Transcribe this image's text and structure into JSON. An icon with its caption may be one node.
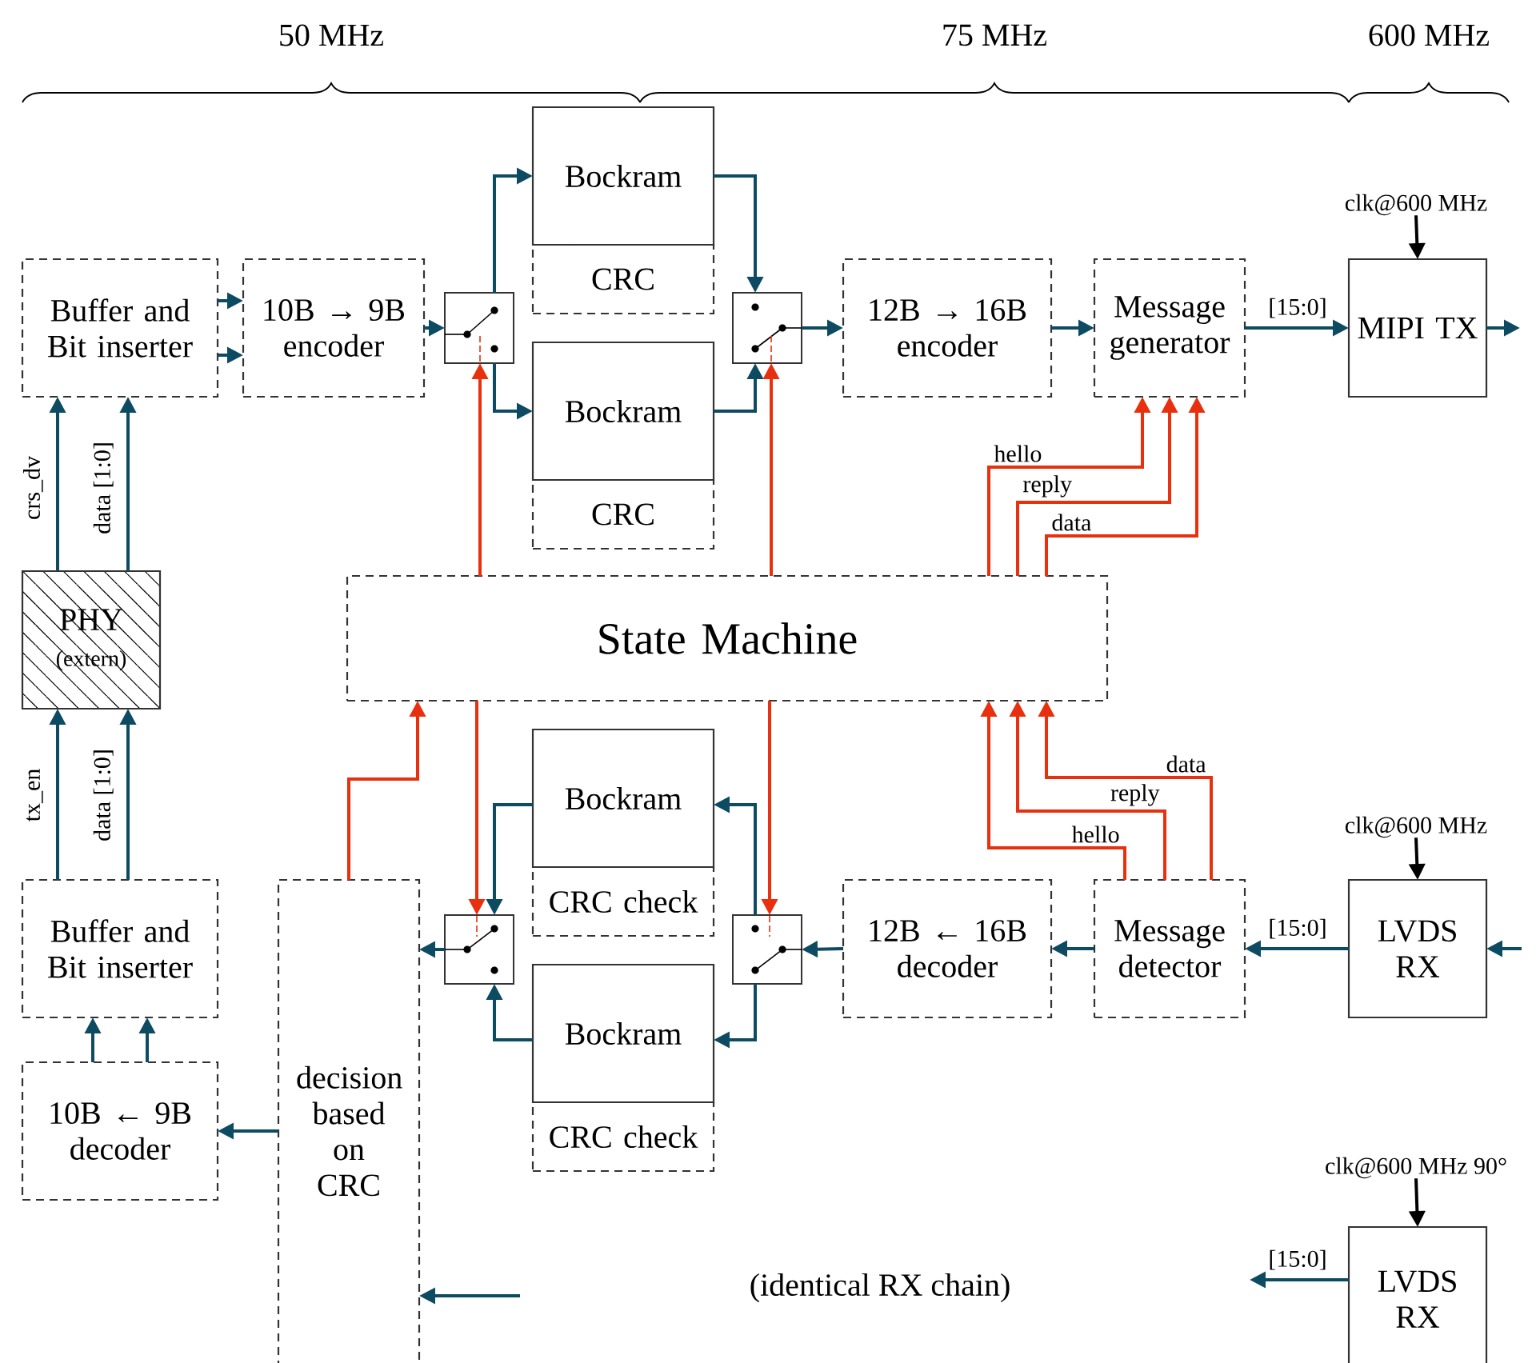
{
  "diagram": {
    "nodes": [
      {
        "text": [
          "Buffer and Bit inserter"
        ]
      },
      {
        "text": [
          "10B → 9B encoder"
        ]
      },
      {
        "text": [],
        "shape": "box"
      },
      {
        "text": [
          "Bockram"
        ]
      },
      {
        "text": [
          "CRC"
        ]
      },
      {
        "text": [
          "Bockram"
        ]
      },
      {
        "text": [
          "CRC"
        ]
      },
      {
        "text": [],
        "shape": "box"
      },
      {
        "text": [
          "12B → 16B encoder"
        ]
      },
      {
        "text": [
          "Message generator"
        ]
      },
      {
        "text": [
          "clk@600 MHz"
        ]
      },
      {
        "text": [
          "MIPI TX"
        ]
      },
      {
        "text": [
          "PHY",
          "(extern)"
        ]
      },
      {
        "text": [
          "State Machine"
        ]
      },
      {
        "text": [
          "Bockram"
        ]
      },
      {
        "text": [
          "CRC check"
        ]
      },
      {
        "text": [
          "Bockram"
        ]
      },
      {
        "text": [
          "CRC check"
        ]
      },
      {
        "text": [],
        "shape": "box"
      },
      {
        "text": [],
        "shape": "box"
      },
      {
        "text": [
          "Buffer and Bit inserter"
        ]
      },
      {
        "text": [
          "10B ← 9B decoder"
        ]
      },
      {
        "text": [
          "decision based on CRC"
        ]
      },
      {
        "text": [
          "12B ← 16B decoder"
        ]
      },
      {
        "text": [
          "Message detector"
        ]
      },
      {
        "text": [
          "clk@600 MHz"
        ]
      },
      {
        "text": [
          "LVDS RX"
        ]
      },
      {
        "text": [
          "clk@600 MHz 90°"
        ]
      },
      {
        "text": [
          "LVDS RX"
        ]
      }
    ],
    "edges": [
      {
        "from": 0,
        "to": 1,
        "arrow": "to"
      },
      {
        "from": 0,
        "to": 1,
        "arrow": "to"
      },
      {
        "from": 1,
        "to": 2,
        "arrow": "to"
      },
      {
        "from": 2,
        "to": 3,
        "arrow": "to"
      },
      {
        "from": 2,
        "to": 5,
        "arrow": "to"
      },
      {
        "from": 3,
        "to": 7,
        "arrow": "to"
      },
      {
        "from": 5,
        "to": 7,
        "arrow": "to"
      },
      {
        "from": 7,
        "to": 8,
        "arrow": "to"
      },
      {
        "from": 8,
        "to": 9,
        "arrow": "to"
      },
      {
        "from": 9,
        "to": 11,
        "arrow": "to",
        "label": "[15:0]"
      },
      {
        "from": 11,
        "to": null,
        "arrow": "to"
      },
      {
        "from": 10,
        "to": 11,
        "arrow": "to",
        "color": "#000000"
      },
      {
        "from": 12,
        "to": 0,
        "arrow": "to",
        "label": "crs_dv"
      },
      {
        "from": 12,
        "to": 0,
        "arrow": "to",
        "label": "data [1:0]"
      },
      {
        "from": 13,
        "to": 2,
        "arrow": "to",
        "color": "#e8300e"
      },
      {
        "from": 13,
        "to": 7,
        "arrow": "to",
        "color": "#e8300e"
      },
      {
        "from": 13,
        "to": 9,
        "arrow": "to",
        "color": "#e8300e",
        "label": "hello"
      },
      {
        "from": 13,
        "to": 9,
        "arrow": "to",
        "color": "#e8300e",
        "label": "reply"
      },
      {
        "from": 13,
        "to": 9,
        "arrow": "to",
        "color": "#e8300e",
        "label": "data"
      },
      {
        "from": 13,
        "to": 18,
        "arrow": "to",
        "color": "#e8300e"
      },
      {
        "from": 13,
        "to": 19,
        "arrow": "to",
        "color": "#e8300e"
      },
      {
        "from": 22,
        "to": 13,
        "arrow": "to",
        "color": "#e8300e"
      },
      {
        "from": 24,
        "to": 13,
        "arrow": "to",
        "color": "#e8300e",
        "label": "hello"
      },
      {
        "from": 24,
        "to": 13,
        "arrow": "to",
        "color": "#e8300e",
        "label": "reply"
      },
      {
        "from": 24,
        "to": 13,
        "arrow": "to",
        "color": "#e8300e",
        "label": "data"
      },
      {
        "from": 20,
        "to": 12,
        "arrow": "to",
        "label": "tx_en"
      },
      {
        "from": 20,
        "to": 12,
        "arrow": "to",
        "label": "data [1:0]"
      },
      {
        "from": 21,
        "to": 20,
        "arrow": "to"
      },
      {
        "from": 21,
        "to": 20,
        "arrow": "to"
      },
      {
        "from": 22,
        "to": 21,
        "arrow": "to"
      },
      {
        "from": 18,
        "to": 22,
        "arrow": "to"
      },
      {
        "from": 14,
        "to": 18,
        "arrow": "to"
      },
      {
        "from": 16,
        "to": 18,
        "arrow": "to"
      },
      {
        "from": 19,
        "to": 14,
        "arrow": "to"
      },
      {
        "from": 19,
        "to": 16,
        "arrow": "to"
      },
      {
        "from": 23,
        "to": 19,
        "arrow": "to"
      },
      {
        "from": 24,
        "to": 23,
        "arrow": "to"
      },
      {
        "from": 26,
        "to": 24,
        "arrow": "to",
        "label": "[15:0]"
      },
      {
        "from": null,
        "to": 26,
        "arrow": "to"
      },
      {
        "from": 25,
        "to": 26,
        "arrow": "to",
        "color": "#000000"
      },
      {
        "from": 27,
        "to": 28,
        "arrow": "to",
        "color": "#000000"
      },
      {
        "from": 28,
        "to": null,
        "arrow": "to",
        "label": "[15:0]"
      },
      {
        "from": null,
        "to": 22,
        "arrow": "to"
      }
    ],
    "labels": [
      "50 MHz",
      "75 MHz",
      "600 MHz",
      "(identical RX chain)"
    ]
  }
}
